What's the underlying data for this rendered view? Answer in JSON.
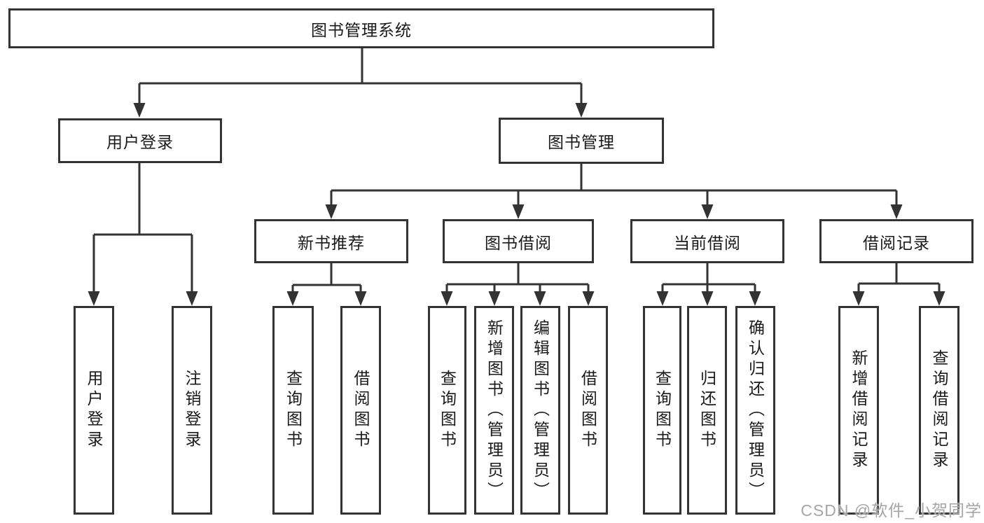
{
  "page": {
    "background": "#ffffff"
  },
  "diagram": {
    "line_color": "#333333",
    "text_color": "#1a1a1a",
    "root": {
      "label": "图书管理系统"
    },
    "level2": {
      "user_login": "用户登录",
      "book_management": "图书管理"
    },
    "level3": {
      "new_book_recommend": "新书推荐",
      "book_borrow": "图书借阅",
      "current_borrow": "当前借阅",
      "borrow_records": "借阅记录"
    },
    "leaves": {
      "user_login": "用户登录",
      "logout": "注销登录",
      "recommend_query_books": "查询图书",
      "recommend_borrow_books": "借阅图书",
      "borrow_query_books": "查询图书",
      "add_books_admin": "新增图书（管理员）",
      "edit_books_admin": "编辑图书（管理员）",
      "borrow_borrow_books": "借阅图书",
      "current_query_books": "查询图书",
      "return_books": "归还图书",
      "confirm_return_admin": "确认归还（管理员）",
      "add_borrow_record": "新增借阅记录",
      "query_borrow_record": "查询借阅记录"
    }
  },
  "watermark": {
    "text": "CSDN @软件_小贺同学",
    "color": "#a6a6a6"
  }
}
